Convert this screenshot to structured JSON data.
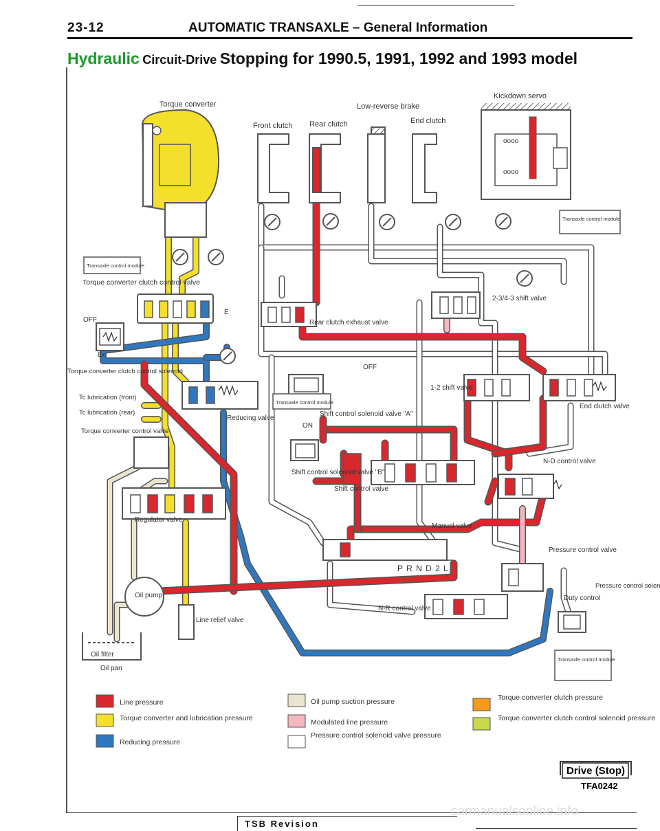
{
  "header": {
    "page_number": "23-12",
    "title": "AUTOMATIC TRANSAXLE – General Information"
  },
  "subtitle": {
    "part1": "Hydraulic",
    "part2": "Circuit-Drive",
    "part3": "Stopping for 1990.5, 1991, 1992 and 1993 model"
  },
  "colors": {
    "line_pressure": "#d9272e",
    "torque_converter_lubrication": "#f3df2c",
    "reducing_pressure": "#2f78c0",
    "oil_pump_suction": "#e9e4cf",
    "modulated_line": "#f4b7bd",
    "pressure_control_solenoid": "#ffffff",
    "tc_clutch_pressure": "#f39a1f",
    "tc_clutch_control_solenoid": "#c9d94a",
    "pipe_outline": "#555555"
  },
  "diagram": {
    "components": {
      "torque_converter": "Torque converter",
      "front_clutch": "Front clutch",
      "rear_clutch": "Rear clutch",
      "low_reverse_brake": "Low-reverse brake",
      "end_clutch": "End clutch",
      "kickdown_servo": "Kickdown servo",
      "tcm_top_right": "Transaxle control module",
      "tcm_left": "Transaxle control module",
      "tcc_control_valve": "Torque converter clutch control valve",
      "off_top_left": "OFF",
      "ex_generic": "Ex",
      "tcc_solenoid": "Torque converter clutch control solenoid",
      "lub_front": "Tc lubrication (front)",
      "lub_rear": "Tc lubrication (rear)",
      "tc_control_valve": "Torque converter control valve",
      "regulator_valve": "Regulator valve",
      "oil_pump": "Oil pump",
      "oil_filter": "Oil filter",
      "oil_pan": "Oil pan",
      "line_relief_valve": "Line relief valve",
      "reducing_valve": "Reducing valve",
      "rear_clutch_exhaust_valve": "Rear clutch exhaust valve",
      "shift_valve_234": "2-3/4-3 shift valve",
      "off_middle": "OFF",
      "on_middle": "ON",
      "tcm_middle": "Transaxle control module",
      "shift_solenoid_a": "Shift control solenoid valve \"A\"",
      "shift_valve_12": "1-2 shift valve",
      "end_clutch_valve": "End clutch valve",
      "shift_solenoid_b": "Shift control solenoid valve \"B\"",
      "shift_control_valve": "Shift control valve",
      "nd_control_valve": "N-D control valve",
      "manual_valve": "Manual valve",
      "prnd2l": "P R N D 2 L",
      "pressure_control_valve": "Pressure control valve",
      "duty_control": "Duty control",
      "pressure_control_solenoid": "Pressure control solenoid valve",
      "nr_control_valve": "N-R control valve",
      "tcm_bottom_right": "Transaxle control module",
      "e_label": "E"
    }
  },
  "legend": {
    "items": [
      {
        "label": "Line pressure"
      },
      {
        "label": "Torque converter and lubrication pressure"
      },
      {
        "label": "Reducing pressure"
      },
      {
        "label": "Oil pump suction pressure"
      },
      {
        "label": "Modulated line pressure"
      },
      {
        "label": "Pressure control solenoid valve pressure"
      },
      {
        "label": "Torque converter clutch pressure"
      },
      {
        "label": "Torque converter clutch control solenoid pressure"
      }
    ]
  },
  "footer": {
    "badge": "Drive (Stop)",
    "figure_code": "TFA0242",
    "tsb": "TSB Revision",
    "watermark": "carmanualsonline.info"
  }
}
